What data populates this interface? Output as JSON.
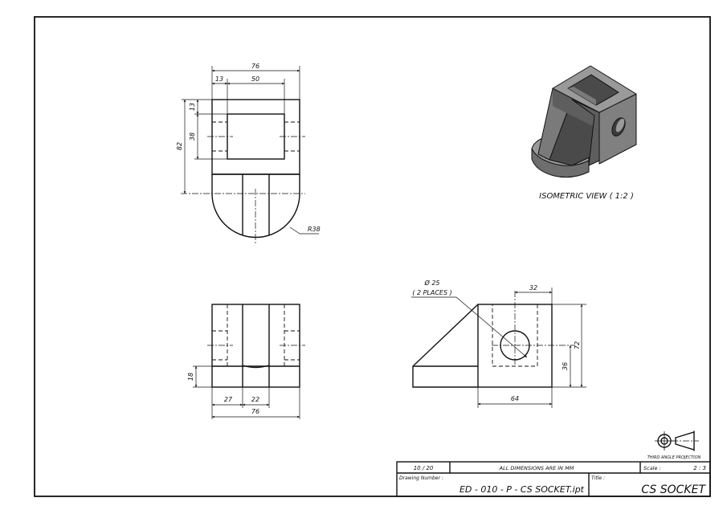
{
  "drawing": {
    "top_view": {
      "dims": {
        "overall_width": "76",
        "left_offset": "13",
        "slot_width": "50",
        "top_offset": "13",
        "slot_depth": "38",
        "overall_depth": "82",
        "radius": "R38"
      }
    },
    "front_view": {
      "dims": {
        "base_height": "18",
        "left_offset": "27",
        "slot_width": "22",
        "overall_width": "76"
      }
    },
    "side_view": {
      "hole_note_line1": "Ø 25",
      "hole_note_line2": "( 2 PLACES )",
      "dims": {
        "hole_offset": "32",
        "overall_height": "72",
        "hole_height": "36",
        "block_width": "64"
      }
    },
    "isometric": {
      "caption": "ISOMETRIC VIEW ( 1:2 )"
    },
    "projection_symbol": {
      "label": "THIRD ANGLE PROJECTION"
    }
  },
  "title_block": {
    "sheet": "10  / 20",
    "units_note": "ALL DIMENSIONS ARE IN MM",
    "scale_label": "Scale :",
    "scale_value": "2 : 3",
    "drawing_number_label": "Drawing Number :",
    "drawing_number": "ED - 010 - P - CS SOCKET.ipt",
    "title_label": "Title :",
    "title": "CS SOCKET"
  },
  "colors": {
    "line": "#111111",
    "background": "#ffffff",
    "iso_top": "#9a9a9a",
    "iso_left": "#6e6e6e",
    "iso_right": "#808080",
    "iso_dark": "#4a4a4a"
  }
}
